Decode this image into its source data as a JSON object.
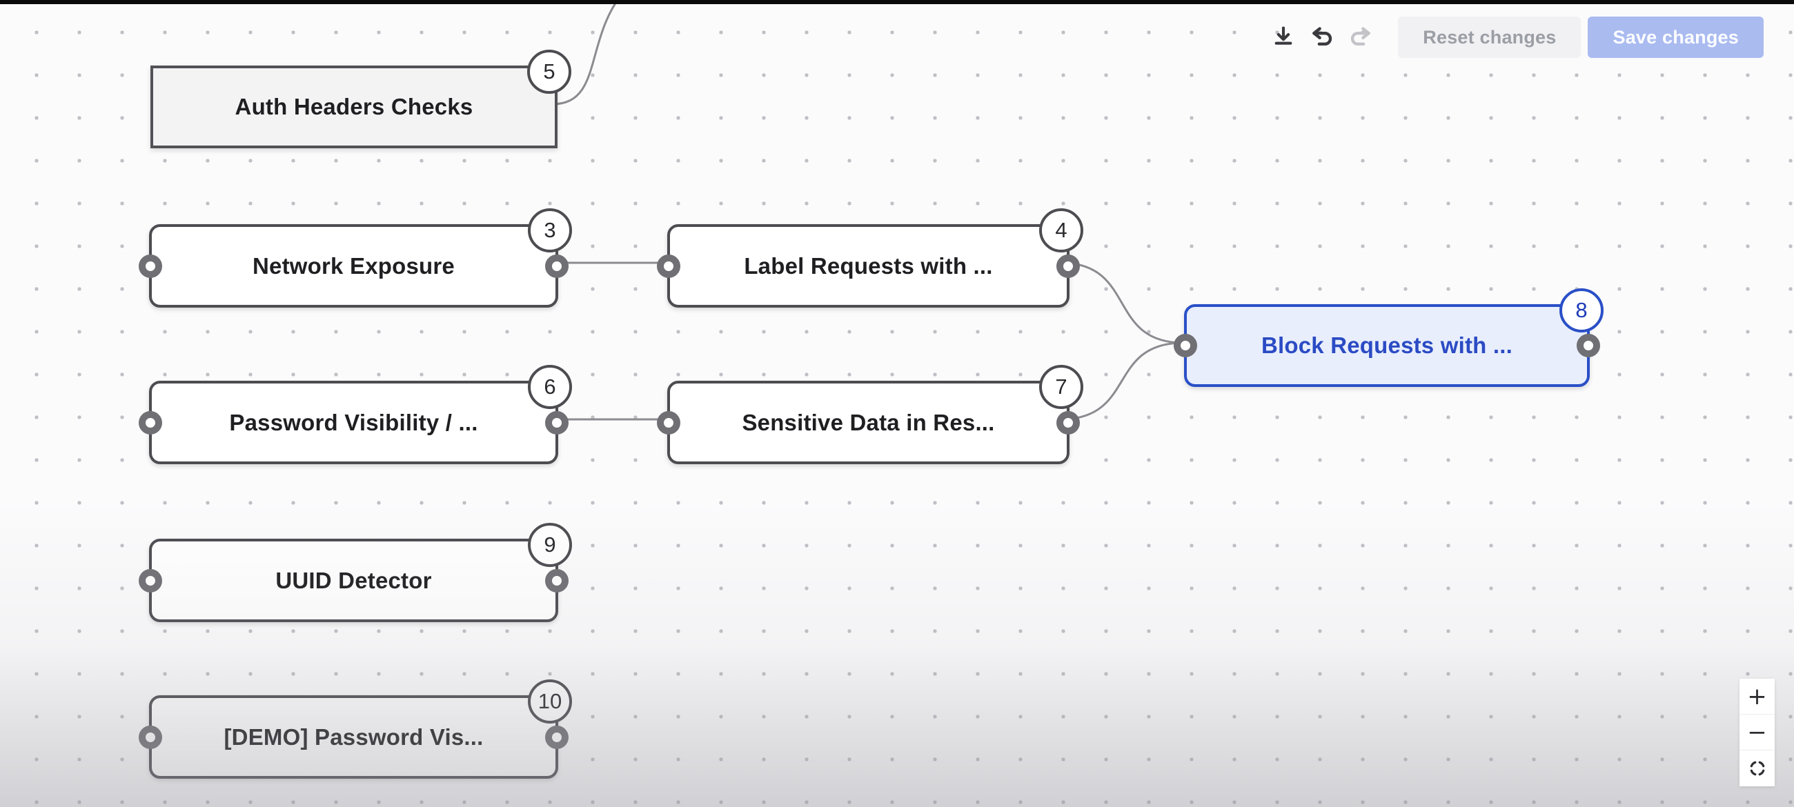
{
  "app": {
    "kind": "workflow-graph-editor"
  },
  "toolbar": {
    "download_icon": "download-icon",
    "undo_icon": "undo-icon",
    "redo_icon": "redo-icon (disabled)",
    "reset_label": "Reset changes",
    "save_label": "Save changes",
    "save_button_color": "#aabbf0",
    "reset_button_color": "#f1f1f3"
  },
  "nodes": [
    {
      "label": "Auth Headers Checks",
      "badge": "5",
      "state": "plain-square"
    },
    {
      "label": "Network Exposure",
      "badge": "3",
      "state": "default"
    },
    {
      "label": "Label Requests with ...",
      "badge": "4",
      "state": "default"
    },
    {
      "label": "Password Visibility / ...",
      "badge": "6",
      "state": "default"
    },
    {
      "label": "Sensitive Data in Res...",
      "badge": "7",
      "state": "default"
    },
    {
      "label": "Block Requests with ...",
      "badge": "8",
      "state": "selected"
    },
    {
      "label": "UUID Detector",
      "badge": "9",
      "state": "default"
    },
    {
      "label": "[DEMO] Password Vis...",
      "badge": "10",
      "state": "default"
    }
  ],
  "edges": [
    {
      "from": "offscreen-top",
      "to": "Auth Headers Checks (right)"
    },
    {
      "from": "Network Exposure (right)",
      "to": "Label Requests with ... (left)"
    },
    {
      "from": "Password Visibility / ... (right)",
      "to": "Sensitive Data in Res... (left)"
    },
    {
      "from": "Label Requests with ... (right)",
      "to": "Block Requests with ... (left)"
    },
    {
      "from": "Sensitive Data in Res... (right)",
      "to": "Block Requests with ... (left)"
    }
  ],
  "zoom_controls": {
    "zoom_in": "+",
    "zoom_out": "−",
    "fit_view": "fit-view-icon"
  },
  "colors": {
    "selected_border": "#2a4fc7",
    "selected_fill": "#e8eefc",
    "selected_text": "#2b4bc4",
    "node_border": "#4c4c51",
    "edge": "#8b8b90",
    "canvas_dot": "#bfbfc4"
  }
}
